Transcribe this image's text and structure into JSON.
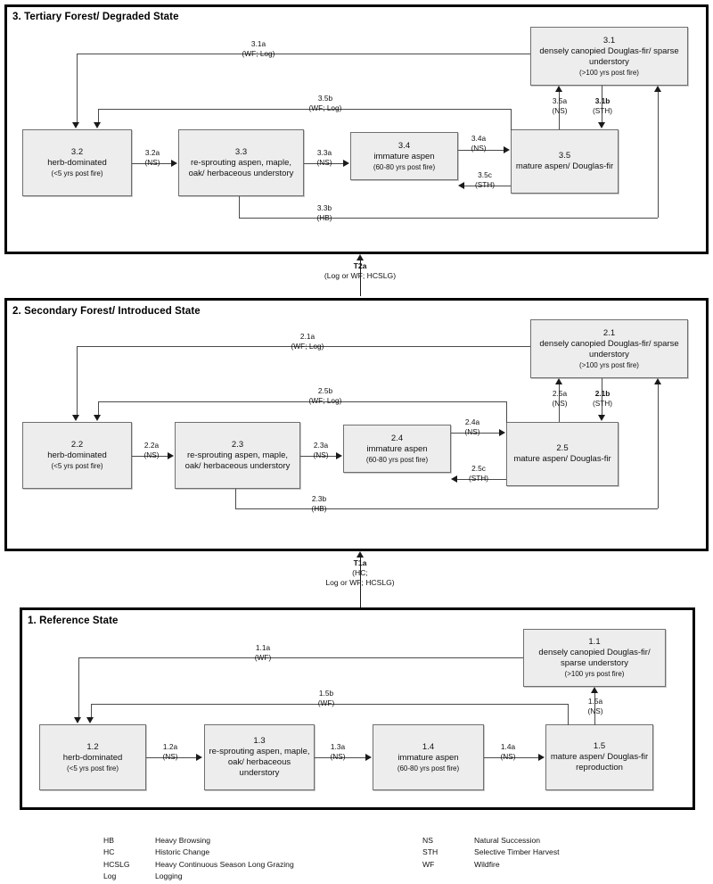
{
  "states": [
    {
      "title": "3. Tertiary Forest/ Degraded State",
      "phases": [
        {
          "id": "3.1",
          "name": "densely canopied Douglas-fir/ sparse understory",
          "sub": "(>100 yrs post fire)"
        },
        {
          "id": "3.2",
          "name": "herb-dominated",
          "sub": "(<5 yrs post fire)"
        },
        {
          "id": "3.3",
          "name": "re-sprouting aspen, maple, oak/ herbaceous understory",
          "sub": ""
        },
        {
          "id": "3.4",
          "name": "immature aspen",
          "sub": "(60-80 yrs post fire)"
        },
        {
          "id": "3.5",
          "name": "mature aspen/ Douglas-fir",
          "sub": ""
        }
      ],
      "transitions": [
        {
          "id": "3.1a",
          "cond": "(WF; Log)"
        },
        {
          "id": "3.5b",
          "cond": "(WF; Log)"
        },
        {
          "id": "3.2a",
          "cond": "(NS)"
        },
        {
          "id": "3.3a",
          "cond": "(NS)"
        },
        {
          "id": "3.3b",
          "cond": "(HB)"
        },
        {
          "id": "3.4a",
          "cond": "(NS)"
        },
        {
          "id": "3.5a",
          "cond": "(NS)"
        },
        {
          "id": "3.1b",
          "cond": "(STH)"
        },
        {
          "id": "3.5c",
          "cond": "(STH)"
        }
      ]
    },
    {
      "title": "2. Secondary Forest/ Introduced State",
      "phases": [
        {
          "id": "2.1",
          "name": "densely canopied Douglas-fir/ sparse understory",
          "sub": "(>100 yrs post fire)"
        },
        {
          "id": "2.2",
          "name": "herb-dominated",
          "sub": "(<5 yrs post fire)"
        },
        {
          "id": "2.3",
          "name": "re-sprouting aspen, maple, oak/ herbaceous understory",
          "sub": ""
        },
        {
          "id": "2.4",
          "name": "immature aspen",
          "sub": "(60-80 yrs post fire)"
        },
        {
          "id": "2.5",
          "name": "mature aspen/ Douglas-fir",
          "sub": ""
        }
      ],
      "transitions": [
        {
          "id": "2.1a",
          "cond": "(WF; Log)"
        },
        {
          "id": "2.5b",
          "cond": "(WF; Log)"
        },
        {
          "id": "2.2a",
          "cond": "(NS)"
        },
        {
          "id": "2.3a",
          "cond": "(NS)"
        },
        {
          "id": "2.3b",
          "cond": "(HB)"
        },
        {
          "id": "2.4a",
          "cond": "(NS)"
        },
        {
          "id": "2.5a",
          "cond": "(NS)"
        },
        {
          "id": "2.1b",
          "cond": "(STH)"
        },
        {
          "id": "2.5c",
          "cond": "(STH)"
        }
      ]
    },
    {
      "title": "1. Reference State",
      "phases": [
        {
          "id": "1.1",
          "name": "densely canopied Douglas-fir/ sparse understory",
          "sub": "(>100 yrs post fire)"
        },
        {
          "id": "1.2",
          "name": "herb-dominated",
          "sub": "(<5 yrs post fire)"
        },
        {
          "id": "1.3",
          "name": "re-sprouting aspen, maple, oak/ herbaceous understory",
          "sub": ""
        },
        {
          "id": "1.4",
          "name": "immature aspen",
          "sub": "(60-80 yrs post fire)"
        },
        {
          "id": "1.5",
          "name": "mature aspen/ Douglas-fir reproduction",
          "sub": ""
        }
      ],
      "transitions": [
        {
          "id": "1.1a",
          "cond": "(WF)"
        },
        {
          "id": "1.5b",
          "cond": "(WF)"
        },
        {
          "id": "1.2a",
          "cond": "(NS)"
        },
        {
          "id": "1.3a",
          "cond": "(NS)"
        },
        {
          "id": "1.4a",
          "cond": "(NS)"
        },
        {
          "id": "1.5a",
          "cond": "(NS)"
        }
      ]
    }
  ],
  "state_transitions": [
    {
      "id": "T2a",
      "cond_line1": "(Log or WF; HCSLG)",
      "cond_line2": ""
    },
    {
      "id": "T1a",
      "cond_line1": "(HC;",
      "cond_line2": "Log or WF; HCSLG)"
    }
  ],
  "legend": {
    "left": [
      {
        "abbr": "HB",
        "text": "Heavy Browsing"
      },
      {
        "abbr": "HC",
        "text": "Historic Change"
      },
      {
        "abbr": "HCSLG",
        "text": "Heavy Continuous Season Long Grazing"
      },
      {
        "abbr": "Log",
        "text": "Logging"
      }
    ],
    "right": [
      {
        "abbr": "NS",
        "text": "Natural Succession"
      },
      {
        "abbr": "STH",
        "text": "Selective Timber Harvest"
      },
      {
        "abbr": "WF",
        "text": "Wildfire"
      }
    ]
  },
  "colors": {
    "phase_fill": "#ededed",
    "phase_border": "#6f6f6f",
    "state_border": "#000000",
    "connector": "#4a4a4a",
    "background": "#ffffff"
  }
}
